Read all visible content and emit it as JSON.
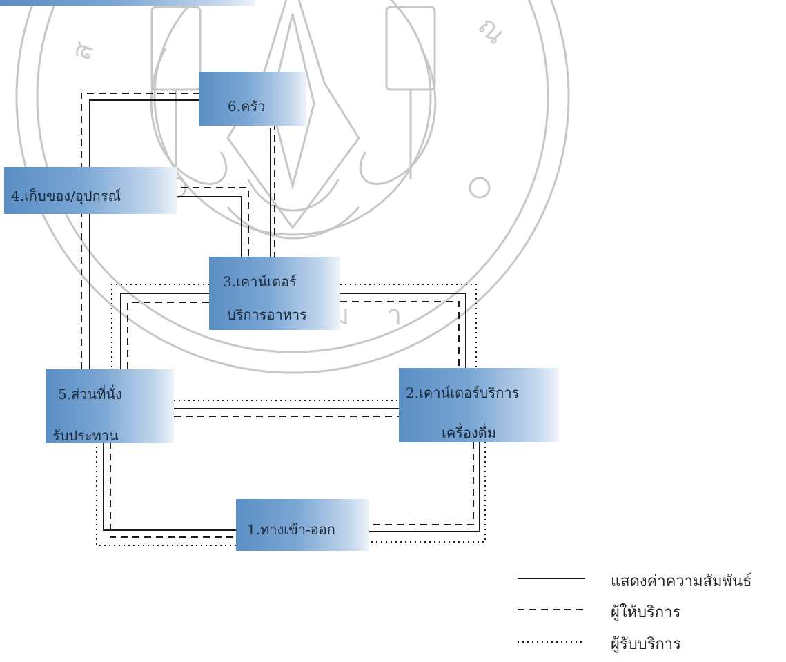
{
  "diagram": {
    "nodes": [
      {
        "id": "kitchen",
        "line1": "6.ครัว",
        "line2": ""
      },
      {
        "id": "storage",
        "line1": "4.เก็บของ/อุปกรณ์",
        "line2": ""
      },
      {
        "id": "food-counter",
        "line1": "3.เคาน์เตอร์",
        "line2": "บริการอาหาร"
      },
      {
        "id": "dining",
        "line1": "5.ส่วนที่นั่ง",
        "line2": "รับประทาน"
      },
      {
        "id": "drink-counter",
        "line1": "2.เคาน์เตอร์บริการ",
        "line2": "เครื่องดื่ม"
      },
      {
        "id": "entrance",
        "line1": "1.ทางเข้า-ออก",
        "line2": ""
      }
    ],
    "legend": [
      {
        "style": "solid",
        "label": "แสดงค่าความสัมพันธ์"
      },
      {
        "style": "dashed",
        "label": "ผู้ให้บริการ"
      },
      {
        "style": "dotted",
        "label": "ผู้รับบริการ"
      }
    ],
    "colors": {
      "box_dark": "#5b8ec4",
      "box_light": "#eef3fa",
      "line": "#1a1a1a",
      "watermark": "#8a8a8a"
    }
  }
}
